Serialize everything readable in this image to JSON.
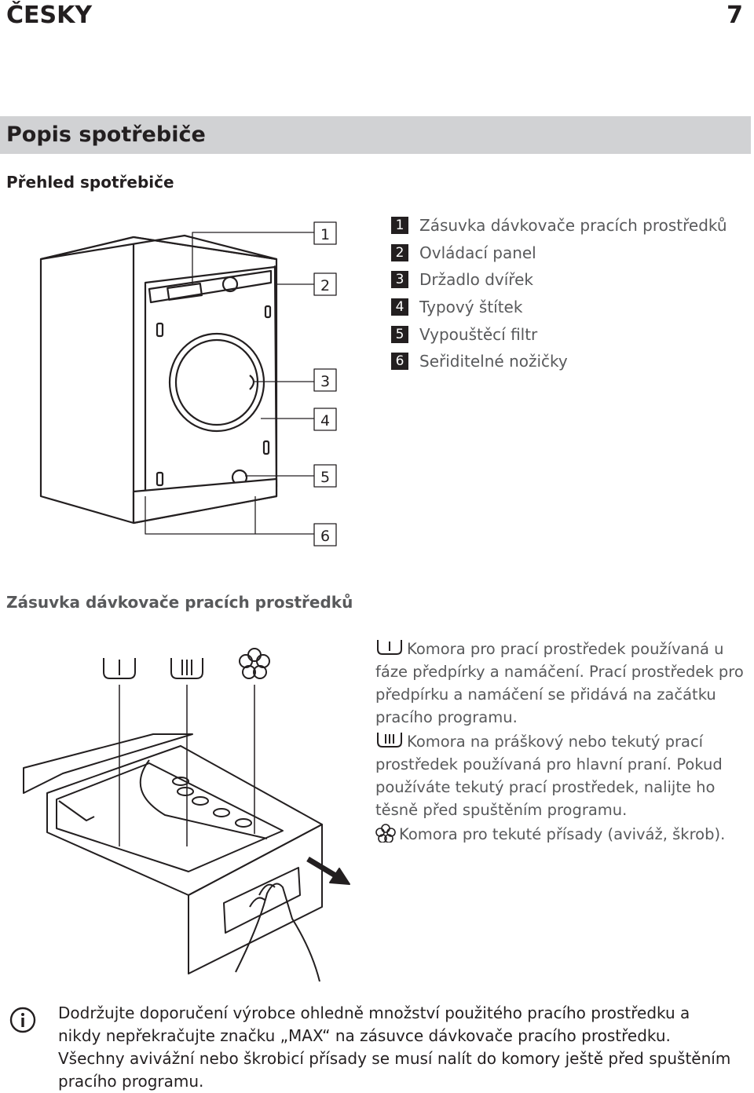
{
  "header": {
    "language": "ČESKY",
    "page_number": "7"
  },
  "section_title": "Popis spotřebiče",
  "subheading": "Přehled spotřebiče",
  "callouts": [
    "1",
    "2",
    "3",
    "4",
    "5",
    "6"
  ],
  "legend": [
    {
      "num": "1",
      "label": "Zásuvka dávkovače pracích prostředků"
    },
    {
      "num": "2",
      "label": "Ovládací panel"
    },
    {
      "num": "3",
      "label": "Držadlo dvířek"
    },
    {
      "num": "4",
      "label": "Typový štítek"
    },
    {
      "num": "5",
      "label": "Vypouštěcí filtr"
    },
    {
      "num": "6",
      "label": "Seřiditelné nožičky"
    }
  ],
  "drawer_heading": "Zásuvka dávkovače pracích prostředků",
  "compartments": [
    {
      "icon": "prewash-compartment-icon",
      "text": "Komora pro prací prostředek používaná u fáze předpírky a namáčení. Prací prostředek pro předpírku a namáčení se přidává na začátku pracího programu."
    },
    {
      "icon": "main-wash-compartment-icon",
      "text": "Komora na práškový nebo tekutý prací prostředek používaná pro hlavní praní. Pokud používáte tekutý prací prostředek, nalijte ho těsně před spuštěním programu."
    },
    {
      "icon": "softener-compartment-icon",
      "text": "Komora pro tekuté přísady (aviváž, škrob)."
    }
  ],
  "info": {
    "icon": "info-icon",
    "lines": [
      "Dodržujte doporučení výrobce ohledně množství použitého pracího prostředku a nikdy nepřekračujte značku „MAX“ na zásuvce dávkovače pracího prostředku.",
      "Všechny avivážní nebo škrobicí přísady se musí nalít do komory ještě před spuštěním pracího programu."
    ]
  }
}
